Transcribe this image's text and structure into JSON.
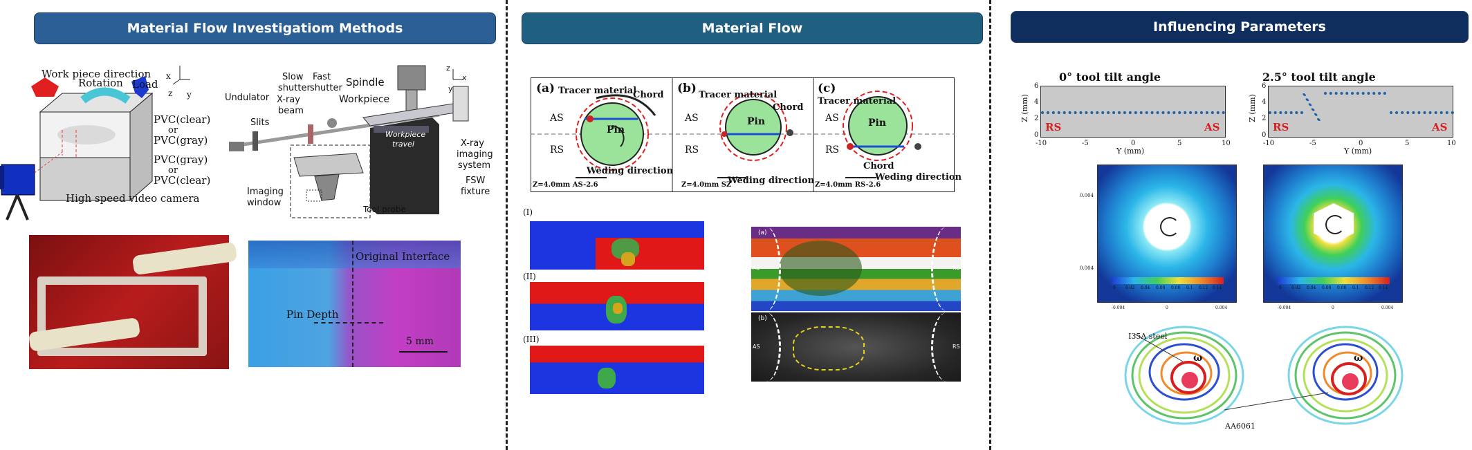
{
  "headers": {
    "left": "Material Flow Investigatiom Methods",
    "middle": "Material Flow",
    "right": "Influencing Parameters"
  },
  "colors": {
    "header_left": "#2b5f95",
    "header_middle": "#1f5f80",
    "header_right": "#0f2e5e"
  },
  "left": {
    "tank": {
      "work_piece_direction": "Work piece direction",
      "rotation": "Rotation",
      "load": "Load",
      "axis_x": "x",
      "axis_z": "z",
      "axis_y": "y",
      "pvc_top_1": "PVC(clear)",
      "pvc_or_1": "or",
      "pvc_top_2": "PVC(gray)",
      "pvc_bot_1": "PVC(gray)",
      "pvc_or_2": "or",
      "pvc_bot_2": "PVC(clear)",
      "camera": "High speed video camera"
    },
    "xray": {
      "undulator": "Undulator",
      "slits": "Slits",
      "xray_beam_1": "X-ray",
      "xray_beam_2": "beam",
      "slow_shutter_1": "Slow",
      "slow_shutter_2": "shutter",
      "fast_shutter_1": "Fast",
      "fast_shutter_2": "shutter",
      "spindle": "Spindle",
      "workpiece": "Workpiece",
      "workpiece_travel_1": "Workpiece",
      "workpiece_travel_2": "travel",
      "imaging_system_1": "X-ray",
      "imaging_system_2": "imaging",
      "imaging_system_3": "system",
      "fsw_1": "FSW",
      "fsw_2": "fixture",
      "imaging_window_1": "Imaging",
      "imaging_window_2": "window",
      "tool_probe": "Tool probe",
      "axis_z": "z",
      "axis_x": "x",
      "axis_y": "y"
    },
    "photo_blue": {
      "original_interface": "Original Interface",
      "pin_depth": "Pin Depth",
      "scale": "5 mm"
    }
  },
  "middle": {
    "panels": [
      {
        "tag": "(a)",
        "tracer": "Tracer material",
        "chord": "Chord",
        "pin": "Pin",
        "as": "AS",
        "rs": "RS",
        "direction": "Weding direction",
        "footer": "Z=4.0mm AS-2.6"
      },
      {
        "tag": "(b)",
        "tracer": "Tracer material",
        "chord": "Chord",
        "pin": "Pin",
        "as": "AS",
        "rs": "RS",
        "direction": "Weding direction",
        "footer": "Z=4.0mm SZ"
      },
      {
        "tag": "(c)",
        "tracer": "Tracer material",
        "chord": "Chord",
        "pin": "Pin",
        "as": "AS",
        "rs": "RS",
        "direction": "Weding direction",
        "footer": "Z=4.0mm RS-2.6"
      }
    ],
    "sim_labels": [
      "(I)",
      "(II)",
      "(III)"
    ],
    "micro": {
      "tag_a": "(a)",
      "tag_b": "(b)",
      "as": "AS",
      "rs": "RS"
    }
  },
  "right": {
    "plot_left": {
      "title": "0° tool tilt angle",
      "ylabel": "Z (mm)",
      "xlabel": "Y (mm)",
      "rs": "RS",
      "as": "AS",
      "xticks": [
        "-10",
        "-5",
        "0",
        "5",
        "10"
      ],
      "yticks": [
        "6",
        "4",
        "2",
        "0"
      ]
    },
    "plot_right": {
      "title": "2.5° tool tilt angle",
      "ylabel": "Z (mm)",
      "xlabel": "Y (mm)",
      "rs": "RS",
      "as": "AS",
      "xticks": [
        "-10",
        "-5",
        "0",
        "5",
        "10"
      ],
      "yticks": [
        "6",
        "4",
        "2",
        "0"
      ]
    },
    "flow": {
      "ytick_top": "0.004",
      "ytick_bot": "0.004",
      "xticks": [
        "-0.004",
        "0",
        "0.004"
      ],
      "cbar_left": [
        "0",
        "0.02",
        "0.04",
        "0.06",
        "0.08",
        "0.1",
        "0.12",
        "0.14"
      ],
      "cbar_right": [
        "0",
        "0.02",
        "0.04",
        "0.06",
        "0.08",
        "0.1",
        "0.12",
        "0.14"
      ]
    },
    "streams": {
      "steel": "Ⅰ35A steel",
      "al": "AA6061",
      "omega": "ω"
    }
  }
}
